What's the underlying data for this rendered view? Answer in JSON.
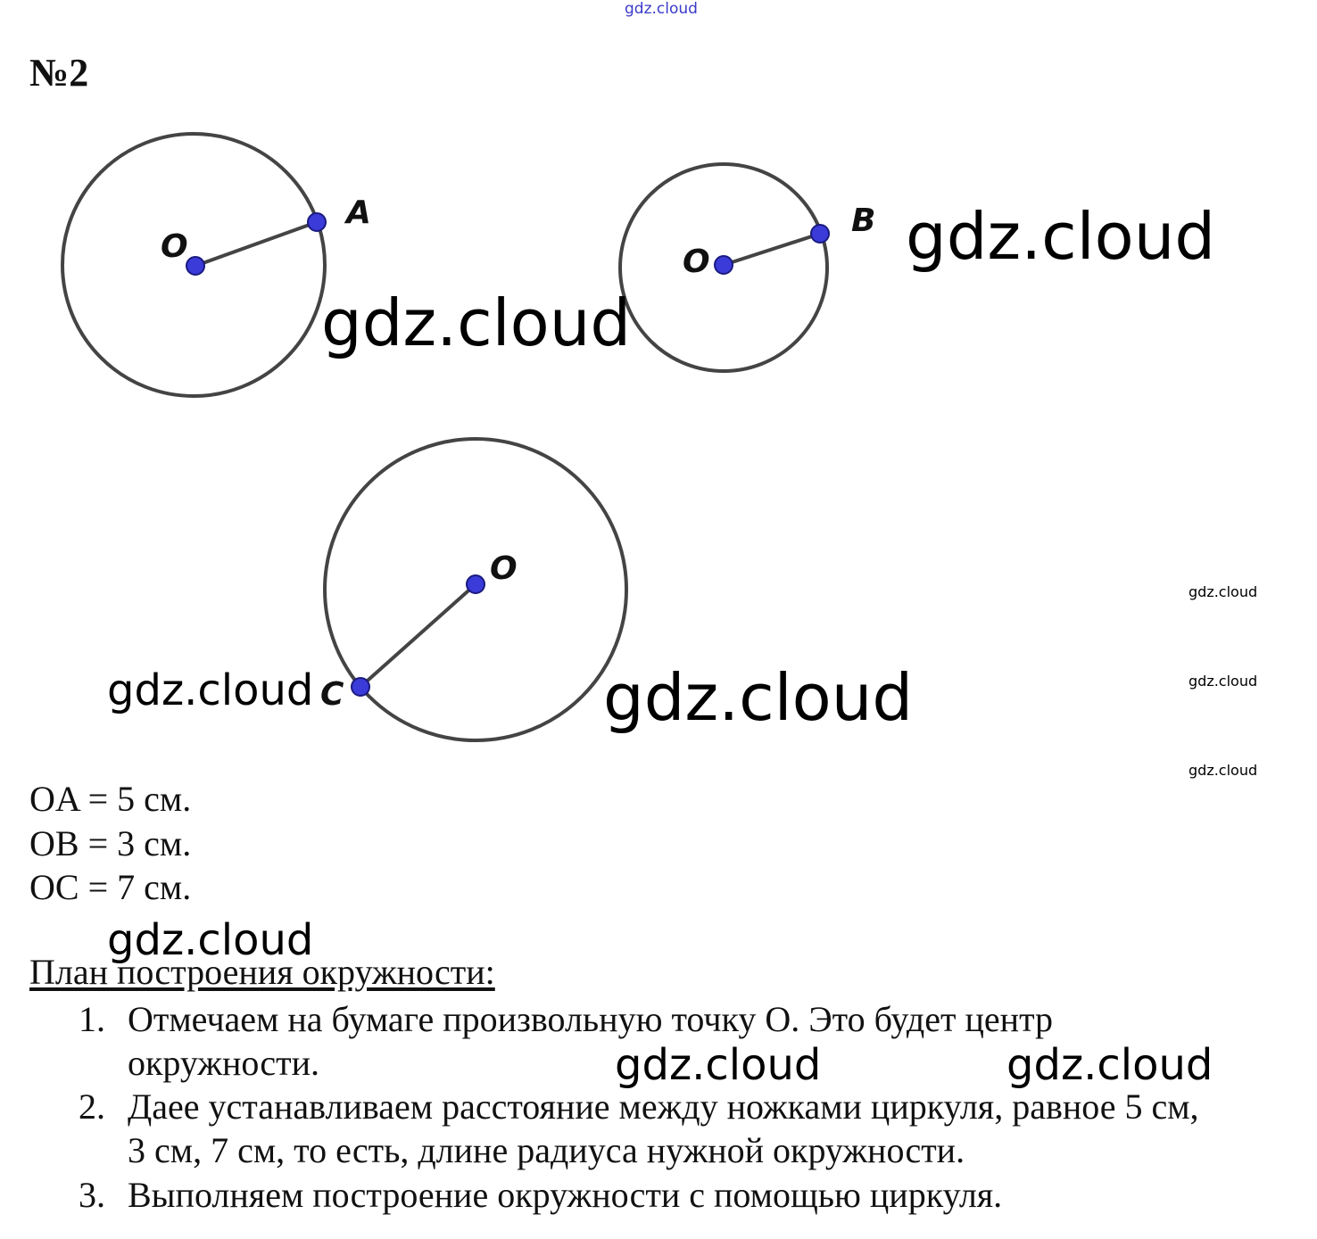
{
  "watermarks": {
    "top": "gdz.cloud",
    "w1": "gdz.cloud",
    "w2": "gdz.cloud",
    "w3": "gdz.cloud",
    "w4": "gdz.cloud",
    "w5": "gdz.cloud",
    "w6": "gdz.cloud",
    "w7": "gdz.cloud",
    "s1": "gdz.cloud",
    "s2": "gdz.cloud",
    "s3": "gdz.cloud"
  },
  "title": "№2",
  "diagram": {
    "circle1": {
      "center_label": "O",
      "point_label": "A"
    },
    "circle2": {
      "center_label": "O",
      "point_label": "B"
    },
    "circle3": {
      "center_label": "O",
      "point_label": "C"
    },
    "point_color": "#3b3bd9",
    "line_color": "#444444"
  },
  "results": [
    "OA = 5 см.",
    "OB = 3 см.",
    "OC = 7  см."
  ],
  "plan": {
    "heading": "План построения окружности:",
    "steps": [
      {
        "num": "1.",
        "lines": [
          "Отмечаем на бумаге произвольную точку О. Это будет центр",
          "окружности."
        ]
      },
      {
        "num": "2.",
        "lines": [
          "Даее устанавливаем расстояние между ножками циркуля, равное 5 см,",
          "3 см, 7 см, то есть, длине радиуса нужной окружности."
        ]
      },
      {
        "num": "3.",
        "lines": [
          "Выполняем построение окружности с помощью циркуля."
        ]
      }
    ]
  }
}
